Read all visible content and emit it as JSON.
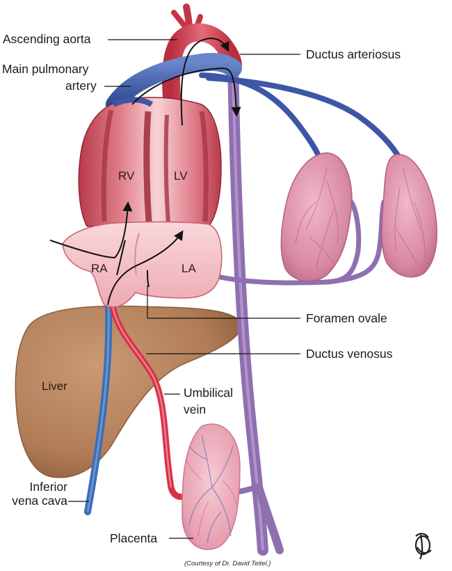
{
  "labels": {
    "ascending_aorta": "Ascending aorta",
    "main_pulmonary_artery_l1": "Main pulmonary",
    "main_pulmonary_artery_l2": "artery",
    "ductus_arteriosus": "Ductus arteriosus",
    "foramen_ovale": "Foramen ovale",
    "ductus_venosus": "Ductus venosus",
    "umbilical_vein_l1": "Umbilical",
    "umbilical_vein_l2": "vein",
    "inferior_vena_cava_l1": "Inferior",
    "inferior_vena_cava_l2": "vena cava",
    "placenta": "Placenta"
  },
  "organ_labels": {
    "rv": "RV",
    "lv": "LV",
    "ra": "RA",
    "la": "LA",
    "liver": "Liver"
  },
  "credit": "(Courtesy of Dr. David Teitel.)",
  "colors": {
    "heart": "#d9737f",
    "heart_light": "#f6c9cc",
    "heart_dark": "#a8323f",
    "pulmonary_blue": "#3d56a6",
    "vena_cava_blue": "#3a6fb8",
    "ductus_purple": "#8f6fb0",
    "umbilical_red": "#d83248",
    "liver": "#b88660",
    "lung": "#d789a2",
    "placenta": "#ecaab8"
  },
  "icons": [
    "publisher-logo-icon"
  ]
}
